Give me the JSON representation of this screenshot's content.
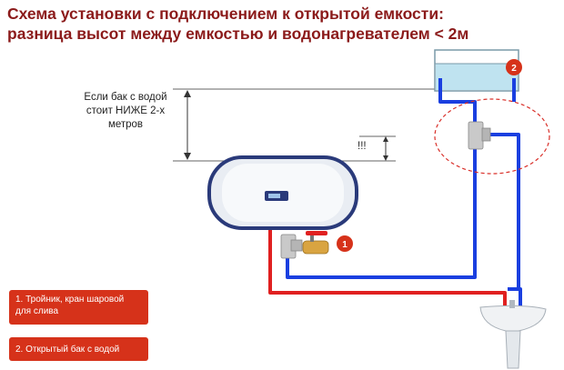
{
  "title": {
    "line1": "Схема установки с подключением к открытой емкости:",
    "line2": "разница высот между емкостью и водонагревателем < 2м"
  },
  "annotation": {
    "note": "Если бак с водой стоит НИЖЕ 2-х метров",
    "excl": "!!!"
  },
  "badges": {
    "one": "1",
    "two": "2"
  },
  "legend": {
    "item1": "1. Тройник, кран шаровой для слива",
    "item2": "2. Открытый бак с водой"
  },
  "colors": {
    "title": "#8b1a1a",
    "hot_pipe": "#e02020",
    "cold_pipe": "#1a3fe0",
    "badge": "#d6321a",
    "tank_water": "#bfe3f0"
  },
  "icons": [
    "water-heater-icon",
    "tee-fitting-icon",
    "ball-valve-icon",
    "open-tank-icon",
    "washbasin-icon"
  ]
}
